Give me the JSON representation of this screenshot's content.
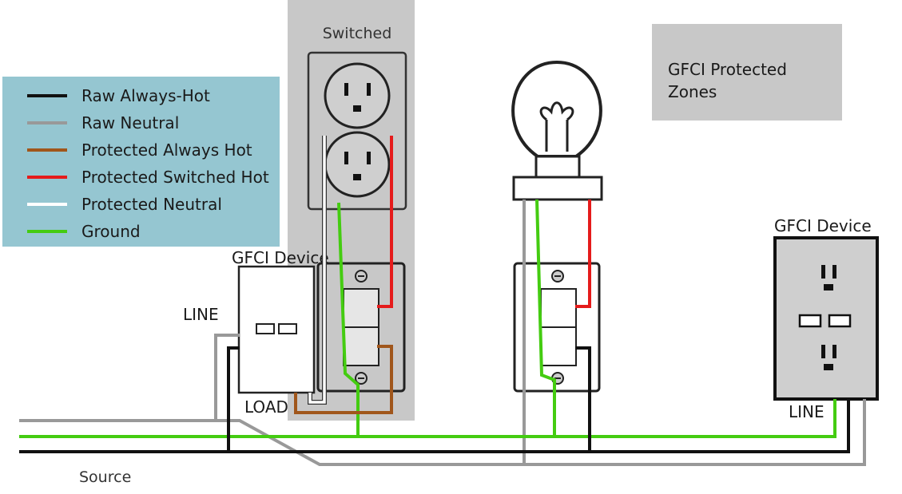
{
  "legend": {
    "items": [
      {
        "label": "Raw Always-Hot",
        "color": "#111111"
      },
      {
        "label": "Raw Neutral",
        "color": "#999999"
      },
      {
        "label": "Protected Always Hot",
        "color": "#a0561b"
      },
      {
        "label": "Protected Switched Hot",
        "color": "#e51b1b"
      },
      {
        "label": "Protected Neutral",
        "color": "#ffffff"
      },
      {
        "label": "Ground",
        "color": "#44cc11"
      }
    ],
    "background": "#95c6d1"
  },
  "zone_box": {
    "line1": "GFCI Protected",
    "line2": "Zones",
    "color": "#c8c8c8"
  },
  "switched_label": "Switched",
  "gfci_left": {
    "title": "GFCI Device",
    "line_label": "LINE",
    "load_label": "LOAD"
  },
  "gfci_right": {
    "title": "GFCI Device",
    "line_label": "LINE"
  },
  "source_label": "Source",
  "colors": {
    "hot": "#111111",
    "neutral": "#999999",
    "brown": "#a0561b",
    "red": "#e51b1b",
    "white": "#ffffff",
    "ground": "#44cc11",
    "zone": "#c8c8c8",
    "device_face": "#cfcfcf"
  }
}
